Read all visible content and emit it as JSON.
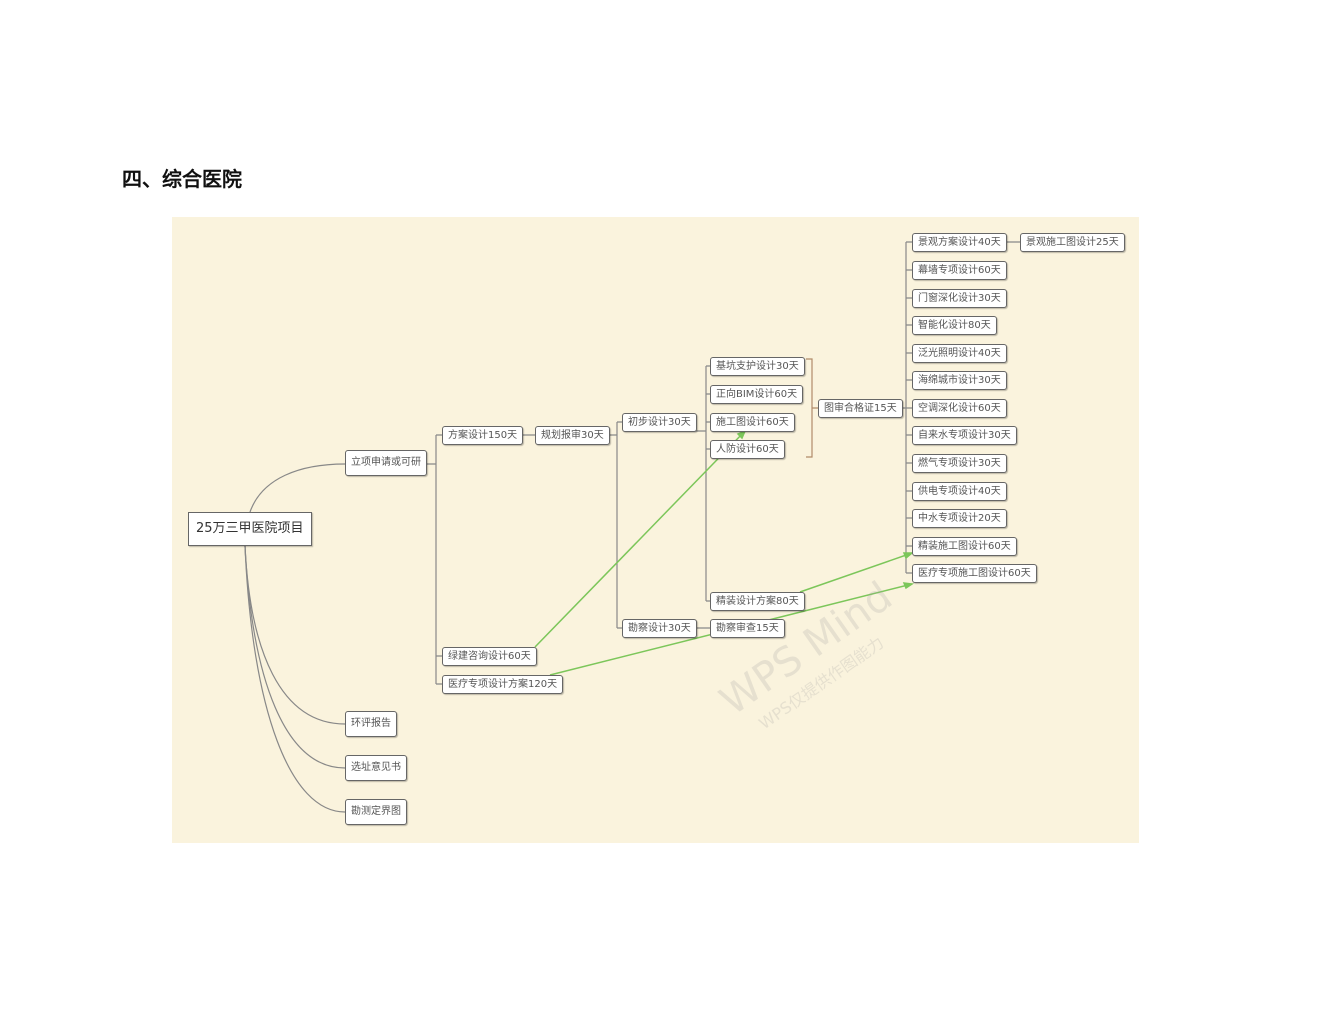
{
  "heading": "四、综合医院",
  "watermark": {
    "main": "WPS Mind",
    "sub": "WPS仅提供作图能力"
  },
  "colors": {
    "background": "#faf3dd",
    "line": "#888888",
    "link": "#7cc65a"
  },
  "mindmap": {
    "root": "25万三甲医院项目",
    "nodes": [
      "立项申请或可研",
      "环评报告",
      "选址意见书",
      "勘测定界图",
      "方案设计150天",
      "规划报审30天",
      "绿建咨询设计60天",
      "医疗专项设计方案120天",
      "初步设计30天",
      "勘察设计30天",
      "基坑支护设计30天",
      "正向BIM设计60天",
      "施工图设计60天",
      "人防设计60天",
      "精装设计方案80天",
      "勘察审查15天",
      "图审合格证15天",
      "景观方案设计40天",
      "幕墙专项设计60天",
      "门窗深化设计30天",
      "智能化设计80天",
      "泛光照明设计40天",
      "海绵城市设计30天",
      "空调深化设计60天",
      "自来水专项设计30天",
      "燃气专项设计30天",
      "供电专项设计40天",
      "中水专项设计20天",
      "精装施工图设计60天",
      "医疗专项施工图设计60天",
      "景观施工图设计25天"
    ]
  }
}
